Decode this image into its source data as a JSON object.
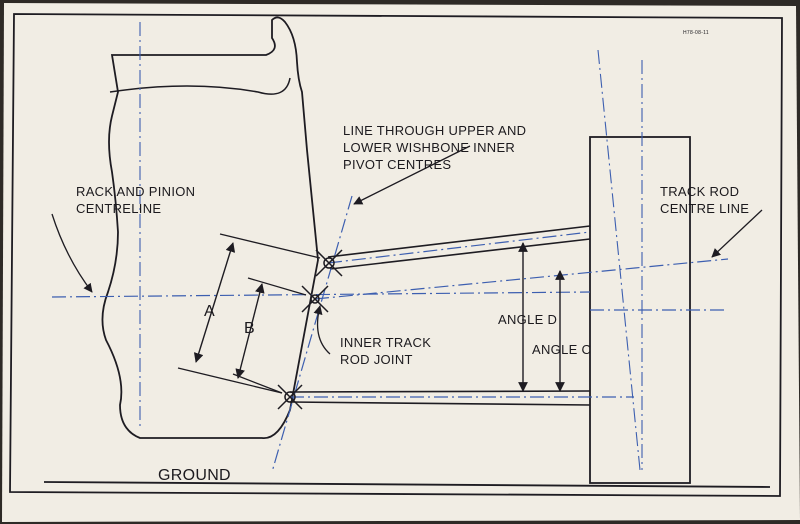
{
  "labels": {
    "wishbone_line": [
      "LINE THROUGH UPPER AND",
      "LOWER WISHBONE INNER",
      "PIVOT CENTRES"
    ],
    "rack_pinion": [
      "RACK AND PINION",
      "CENTRELINE"
    ],
    "track_rod": [
      "TRACK ROD",
      "CENTRE LINE"
    ],
    "inner_joint": [
      "INNER TRACK",
      "ROD JOINT"
    ],
    "dim_a": "A",
    "dim_b": "B",
    "angle_d": "ANGLE D",
    "angle_c": "ANGLE C",
    "ground": "GROUND",
    "figure_code": "H78-08-11"
  },
  "colors": {
    "paper": "#f1ede4",
    "ink": "#1e1c22",
    "centreline_blue": "#3d5fb0"
  }
}
